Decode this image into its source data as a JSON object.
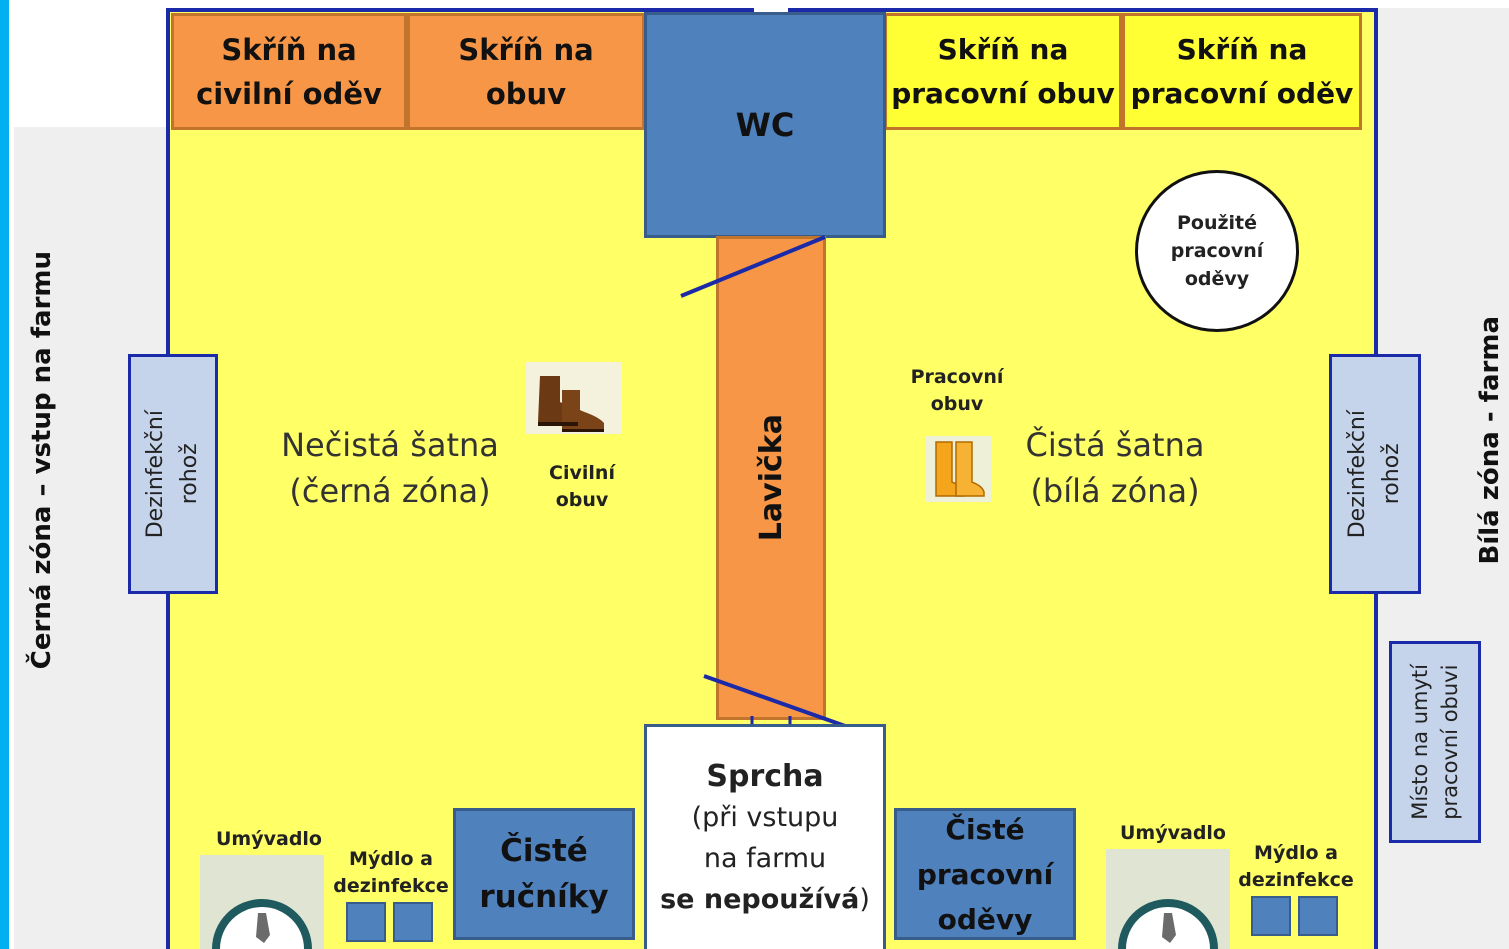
{
  "colors": {
    "room_floor": "#ffff66",
    "room_border": "#1a2aa8",
    "orange": "#f79646",
    "orange_border": "#c0742c",
    "yellow_cabinet": "#ffff33",
    "blue_box": "#4f81bd",
    "blue_box_border": "#385d8a",
    "mat_fill": "#c5d4ea",
    "left_edge": "#00b0f0",
    "side_panel": "#efefef"
  },
  "side_labels": {
    "left": "Černá zóna – vstup na farmu",
    "right": "Bílá zóna - farma"
  },
  "cabinets": {
    "civil_clothes": [
      "Skříň na",
      "civilní oděv"
    ],
    "civil_shoes": [
      "Skříň na",
      "obuv"
    ],
    "work_shoes": [
      "Skříň na",
      "pracovní obuv"
    ],
    "work_clothes": [
      "Skříň na",
      "pracovní oděv"
    ]
  },
  "wc": "WC",
  "bench": "Lavička",
  "used_clothes": [
    "Použité",
    "pracovní",
    "oděvy"
  ],
  "dirty_room": [
    "Nečistá šatna",
    "(černá zóna)"
  ],
  "clean_room": [
    "Čistá šatna",
    "(bílá zóna)"
  ],
  "civil_shoes_label": [
    "Civilní",
    "obuv"
  ],
  "work_shoes_label": [
    "Pracovní",
    "obuv"
  ],
  "mat_left": [
    "Dezinfekční",
    "rohož"
  ],
  "mat_right": [
    "Dezinfekční",
    "rohož"
  ],
  "shoe_wash": [
    "Místo na umytí",
    "pracovní obuvi"
  ],
  "shower": {
    "title": "Sprcha",
    "line1": "(při vstupu",
    "line2": "na farmu",
    "line3_bold": "se nepoužívá",
    "line3_end": ")"
  },
  "clean_towels": [
    "Čisté",
    "ručníky"
  ],
  "clean_work_clothes": [
    "Čisté",
    "pracovní",
    "oděvy"
  ],
  "sink_left": "Umývadlo",
  "sink_right": "Umývadlo",
  "soap_left": [
    "Mýdlo a",
    "dezinfekce"
  ],
  "soap_right": [
    "Mýdlo a",
    "dezinfekce"
  ],
  "icons": {
    "civil_shoes": "brown-boots-icon",
    "work_shoes": "rubber-boots-icon",
    "sink": "washbasin-icon"
  }
}
